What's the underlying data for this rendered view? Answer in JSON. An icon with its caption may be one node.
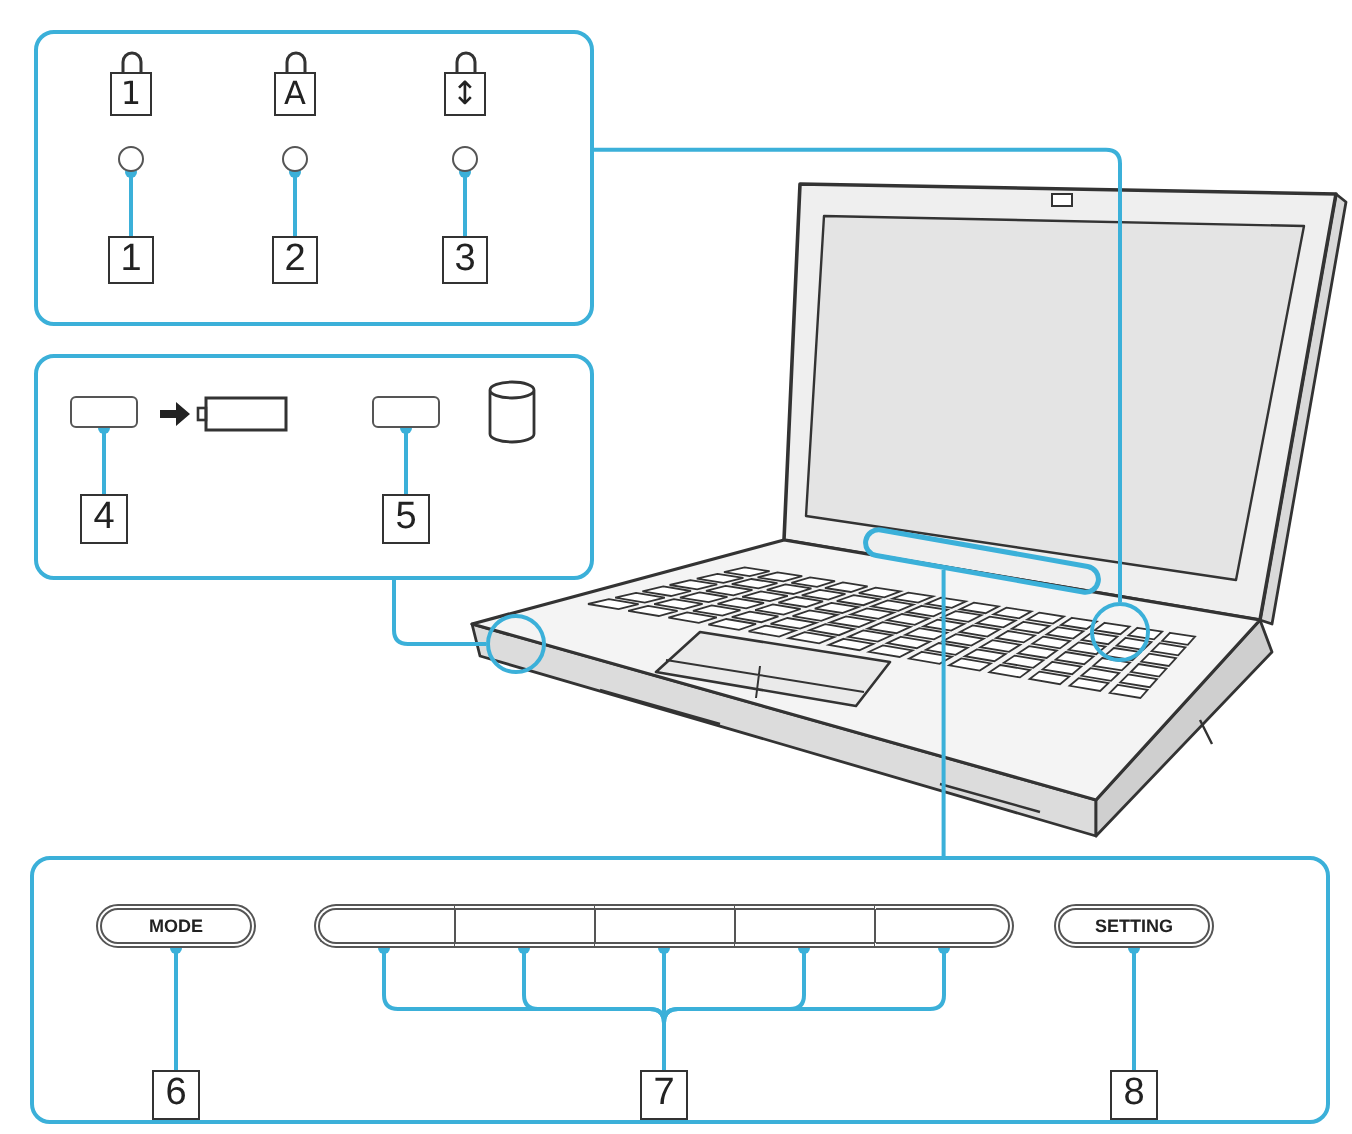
{
  "diagram": {
    "nodes": [
      {
        "text": [],
        "shape": "box"
      },
      {
        "text": [],
        "shape": "circle",
        "in": 0
      },
      {
        "text": [],
        "shape": "circle",
        "in": 0
      },
      {
        "text": [],
        "shape": "circle",
        "in": 0
      },
      {
        "text": [
          "1"
        ],
        "in": 0
      },
      {
        "text": [
          "2"
        ],
        "in": 0
      },
      {
        "text": [
          "3"
        ],
        "in": 0
      },
      {
        "text": [],
        "shape": "box"
      },
      {
        "text": [],
        "shape": "box",
        "in": 7
      },
      {
        "text": [],
        "shape": "box",
        "in": 7
      },
      {
        "text": [
          "4"
        ],
        "in": 7
      },
      {
        "text": [
          "5"
        ],
        "in": 7
      },
      {
        "text": [],
        "shape": "bar"
      },
      {
        "text": [],
        "shape": "circle"
      },
      {
        "text": [],
        "shape": "circle"
      },
      {
        "text": [],
        "shape": "box"
      },
      {
        "text": [
          "MODE"
        ],
        "in": 15
      },
      {
        "text": [],
        "shape": "box",
        "in": 15
      },
      {
        "text": [],
        "shape": "box",
        "in": 15
      },
      {
        "text": [],
        "shape": "box",
        "in": 15
      },
      {
        "text": [],
        "shape": "box",
        "in": 15
      },
      {
        "text": [],
        "shape": "box",
        "in": 15
      },
      {
        "text": [
          "SETTING"
        ],
        "in": 15
      },
      {
        "text": [
          "6"
        ],
        "in": 15
      },
      {
        "text": [
          "7"
        ],
        "in": 15
      },
      {
        "text": [
          "8"
        ],
        "in": 15
      }
    ],
    "edges": [
      {
        "from": 4,
        "to": 1,
        "arrow": "other"
      },
      {
        "from": 5,
        "to": 2,
        "arrow": "other"
      },
      {
        "from": 6,
        "to": 3,
        "arrow": "other"
      },
      {
        "from": 10,
        "to": 8,
        "arrow": "other"
      },
      {
        "from": 11,
        "to": 9,
        "arrow": "other"
      },
      {
        "from": 0,
        "to": 14,
        "arrow": "none"
      },
      {
        "from": 7,
        "to": 13,
        "arrow": "none"
      },
      {
        "from": 15,
        "to": 12,
        "arrow": "none"
      },
      {
        "from": 23,
        "to": 16,
        "arrow": "other"
      },
      {
        "from": 24,
        "to": 17,
        "arrow": "other"
      },
      {
        "from": 24,
        "to": 18,
        "arrow": "other"
      },
      {
        "from": 24,
        "to": 19,
        "arrow": "other"
      },
      {
        "from": 24,
        "to": 20,
        "arrow": "other"
      },
      {
        "from": 24,
        "to": 21,
        "arrow": "other"
      },
      {
        "from": 25,
        "to": 22,
        "arrow": "other"
      }
    ],
    "labels": [
      "1",
      "A",
      "↕"
    ]
  }
}
